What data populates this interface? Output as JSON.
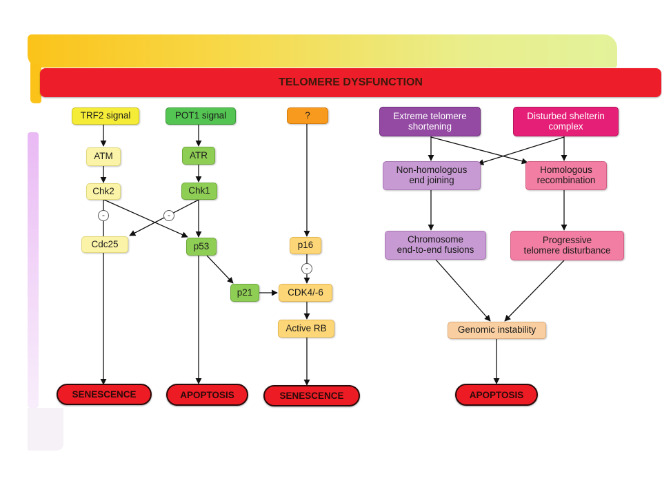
{
  "title": "TELOMERE DYSFUNCTION",
  "nodes": {
    "trf2": "TRF2 signal",
    "pot1": "POT1 signal",
    "unknown": "?",
    "extreme": "Extreme telomere\nshortening",
    "shelterin": "Disturbed shelterin\ncomplex",
    "atm": "ATM",
    "atr": "ATR",
    "chk2": "Chk2",
    "chk1": "Chk1",
    "cdc25": "Cdc25",
    "p53": "p53",
    "p16": "p16",
    "p21": "p21",
    "cdk": "CDK4/-6",
    "activerb": "Active RB",
    "nhej": "Non-homologous\nend joining",
    "hr": "Homologous\nrecombination",
    "fusions": "Chromosome\nend-to-end fusions",
    "progressive": "Progressive\ntelomere disturbance",
    "genomic": "Genomic instability"
  },
  "outcomes": {
    "sen1": "SENESCENCE",
    "apo1": "APOPTOSIS",
    "sen2": "SENESCENCE",
    "apo2": "APOPTOSIS"
  },
  "inhibition_symbol": "-",
  "colors": {
    "banner": "#ee1d2a",
    "outcome": "#ed1c24",
    "trf2": "#f5ec38",
    "pot1": "#54c452",
    "unknown": "#f79a1e",
    "extreme": "#944aa3",
    "shelterin": "#e51f78"
  }
}
